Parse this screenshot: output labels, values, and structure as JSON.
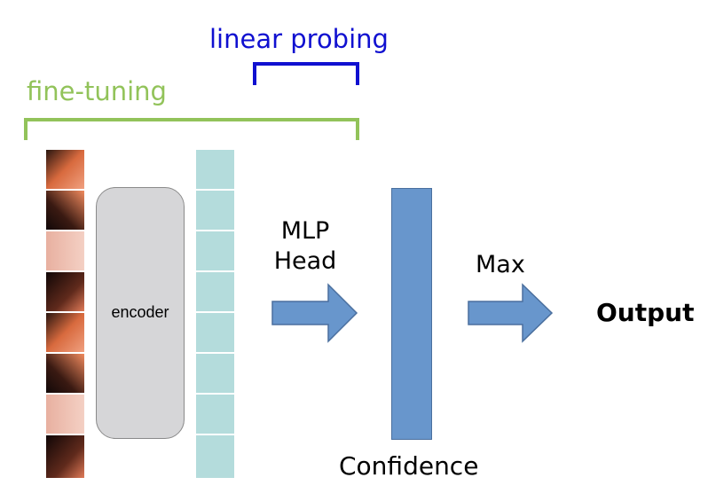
{
  "labels": {
    "linear_probing": "linear probing",
    "fine_tuning": "fine-tuning",
    "encoder": "encoder",
    "mlp_head_line1": "MLP",
    "mlp_head_line2": "Head",
    "max": "Max",
    "output": "Output",
    "confidence": "Confidence"
  },
  "colors": {
    "linear_probing": "#1010d0",
    "fine_tuning": "#92c35a",
    "encoder_fill": "#d6d6d8",
    "token": "#b4dcdc",
    "arrow": "#6896cc",
    "arrow_stroke": "#4a6f9e",
    "text": "#000000"
  },
  "patch_count": 8,
  "token_count": 8
}
